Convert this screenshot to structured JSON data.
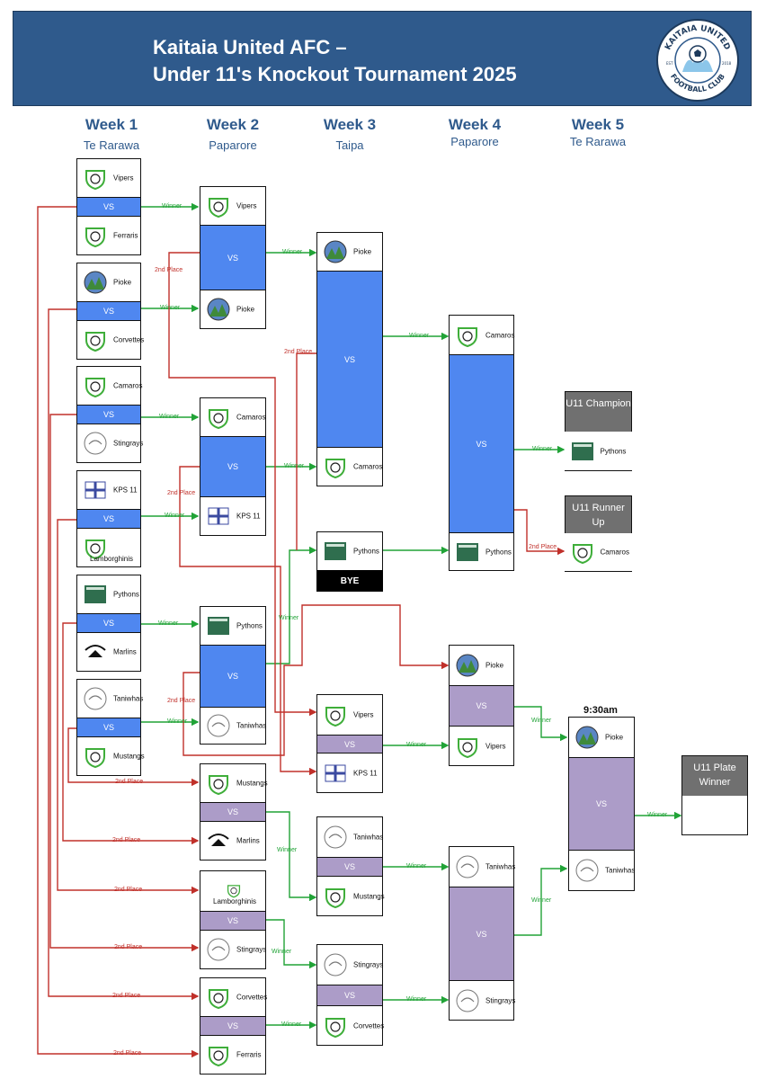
{
  "header": {
    "title_line1": "Kaitaia United AFC –",
    "title_line2": "Under 11's Knockout Tournament 2025",
    "logo_top": "KAITAIA UNITED",
    "logo_bottom": "FOOTBALL CLUB",
    "logo_est": "EST",
    "logo_year": "2018"
  },
  "weeks": [
    {
      "name": "Week 1",
      "venue": "Te Rarawa"
    },
    {
      "name": "Week 2",
      "venue": "Paparore"
    },
    {
      "name": "Week 3",
      "venue": "Taipa"
    },
    {
      "name": "Week 4",
      "venue": "Paparore"
    },
    {
      "name": "Week 5",
      "venue": "Te Rarawa"
    }
  ],
  "week1": [
    {
      "home": "Vipers",
      "away": "Ferraris"
    },
    {
      "home": "Pioke",
      "away": "Corvettes"
    },
    {
      "home": "Camaros",
      "away": "Stingrays"
    },
    {
      "home": "KPS 11",
      "away": "Lamborghinis"
    },
    {
      "home": "Pythons",
      "away": "Marlins"
    },
    {
      "home": "Taniwhas",
      "away": "Mustangs"
    }
  ],
  "champ_w2": [
    {
      "home": "Vipers",
      "away": "Pioke"
    },
    {
      "home": "Camaros",
      "away": "KPS 11"
    },
    {
      "home": "Pythons",
      "away": "Taniwhas"
    }
  ],
  "champ_w3": [
    {
      "home": "Pioke",
      "away": "Camaros"
    },
    {
      "home": "Pythons",
      "away": "BYE"
    }
  ],
  "champ_w4": {
    "home": "Camaros",
    "away": "Pythons"
  },
  "results": {
    "champion_label": "U11 Champion",
    "champion_team": "Pythons",
    "runner_label": "U11 Runner Up",
    "runner_team": "Camaros",
    "plate_label": "U11 Plate Winner"
  },
  "plate_w2": [
    {
      "home": "Mustangs",
      "away": "Marlins"
    },
    {
      "home": "Lamborghinis",
      "away": "Stingrays"
    },
    {
      "home": "Corvettes",
      "away": "Ferraris"
    }
  ],
  "plate_w3": [
    {
      "home": "Vipers",
      "away": "KPS 11"
    },
    {
      "home": "Taniwhas",
      "away": "Mustangs"
    },
    {
      "home": "Stingrays",
      "away": "Corvettes"
    }
  ],
  "plate_w4": [
    {
      "home": "Pioke",
      "away": "Vipers"
    },
    {
      "home": "Taniwhas",
      "away": "Stingrays"
    }
  ],
  "plate_w5": {
    "time": "9:30am",
    "home": "Pioke",
    "away": "Taniwhas"
  },
  "labels": {
    "vs": "VS",
    "winner": "Winner",
    "second": "2nd Place",
    "bye": "BYE"
  },
  "colors": {
    "header_bg": "#2f5a8c",
    "champ_vs": "#4f87f0",
    "plate_vs": "#ac9cc8",
    "winner_line": "#21a337",
    "second_line": "#c0302a",
    "result_header": "#707070"
  }
}
